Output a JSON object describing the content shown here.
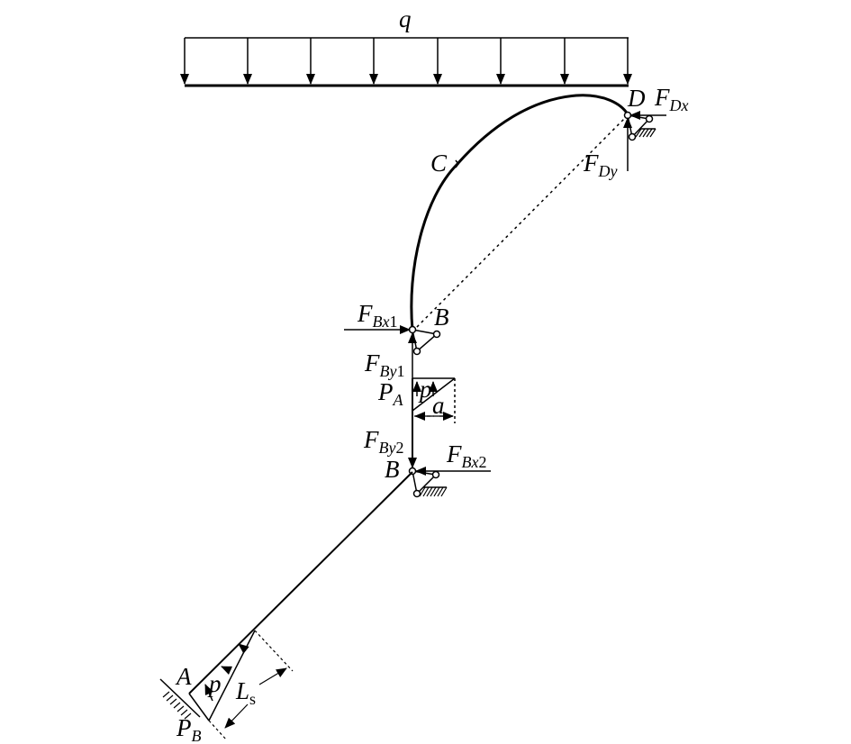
{
  "labels": {
    "q": "q",
    "d": "D",
    "c": "C",
    "b_top": "B",
    "b_mid": "B",
    "a": "A",
    "p_top": "p",
    "p_bot": "p",
    "dim_a": "a",
    "f_dx": {
      "main": "F",
      "sub": "Dx"
    },
    "f_dy": {
      "main": "F",
      "sub": "Dy"
    },
    "f_bx1": {
      "main": "F",
      "sub": "Bx",
      "num": "1"
    },
    "f_by1": {
      "main": "F",
      "sub": "By",
      "num": "1"
    },
    "f_by2": {
      "main": "F",
      "sub": "By",
      "num": "2"
    },
    "f_bx2": {
      "main": "F",
      "sub": "Bx",
      "num": "2"
    },
    "p_a": {
      "main": "P",
      "sub": "A"
    },
    "p_b": {
      "main": "P",
      "sub": "B"
    },
    "l_s": {
      "main": "L",
      "sub": "s"
    }
  },
  "colors": {
    "ink": "#000000",
    "paper": "#ffffff"
  }
}
